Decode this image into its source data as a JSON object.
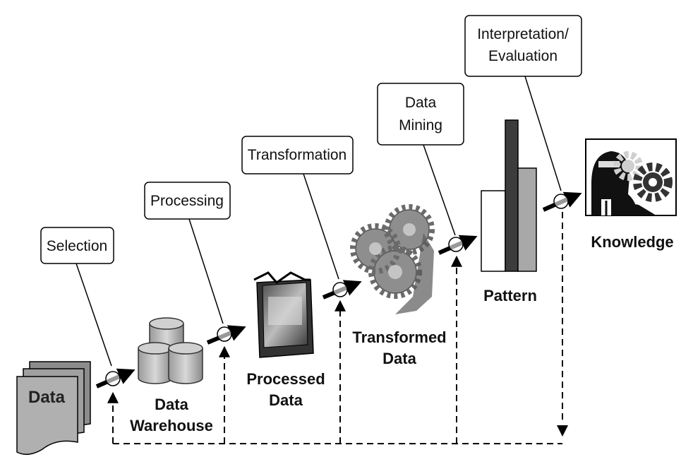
{
  "steps": {
    "selection": "Selection",
    "processing": "Processing",
    "transformation": "Transformation",
    "mining_line1": "Data",
    "mining_line2": "Mining",
    "interp_line1": "Interpretation/",
    "interp_line2": "Evaluation"
  },
  "nodes": {
    "data": "Data",
    "warehouse_line1": "Data",
    "warehouse_line2": "Warehouse",
    "processed_line1": "Processed",
    "processed_line2": "Data",
    "transformed_line1": "Transformed",
    "transformed_line2": "Data",
    "pattern": "Pattern",
    "knowledge": "Knowledge"
  },
  "icons": [
    "documents-icon",
    "database-icon",
    "processed-data-icon",
    "gears-icon",
    "bar-chart-icon",
    "knowledge-icon"
  ]
}
